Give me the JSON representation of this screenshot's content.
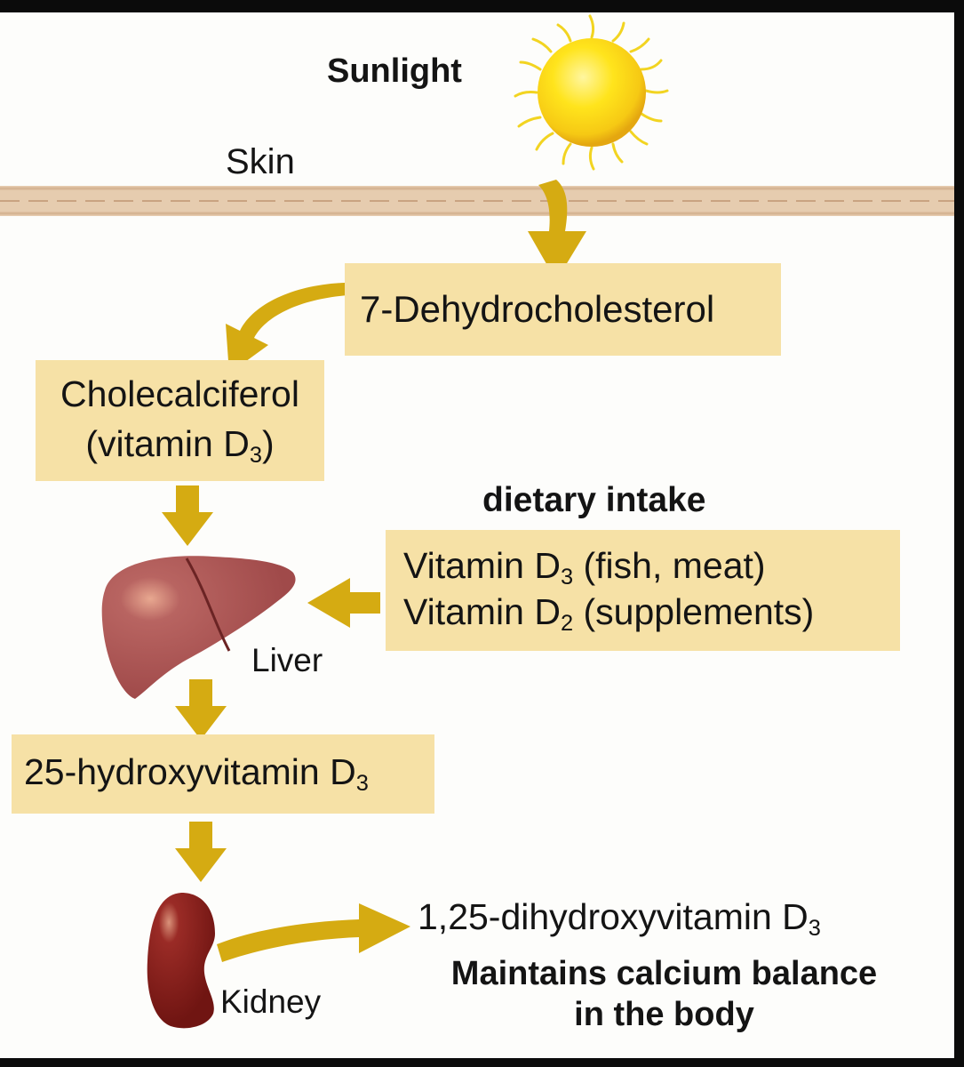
{
  "labels": {
    "sunlight": "Sunlight",
    "skin": "Skin",
    "dietary_intake": "dietary intake",
    "liver": "Liver",
    "kidney": "Kidney",
    "calcium_line1": "Maintains calcium balance",
    "calcium_line2": "in the body"
  },
  "boxes": {
    "dehydrocholesterol": "7-Dehydrocholesterol",
    "cholecalciferol": {
      "name": "Cholecalciferol",
      "vitamin_prefix": "(vitamin D",
      "subscript": "3",
      "suffix": ")"
    },
    "diet_d3": {
      "prefix": "Vitamin D",
      "subscript": "3",
      "suffix": " (fish, meat)"
    },
    "diet_d2": {
      "prefix": "Vitamin D",
      "subscript": "2",
      "suffix": " (supplements)"
    },
    "hydroxy": {
      "prefix": "25-hydroxyvitamin D",
      "subscript": "3"
    }
  },
  "product": {
    "prefix": "1,25-dihydroxyvitamin D",
    "subscript": "3"
  },
  "colors": {
    "box_fill": "#f6e1a6",
    "arrow": "#d5ab12",
    "sun": "#ffde1a",
    "sun_rays": "#f2d421",
    "skin": "#e6ccaf",
    "liver": "#a6504f",
    "kidney": "#7e1a17"
  },
  "icons": [
    "sun-icon",
    "liver-icon",
    "kidney-icon"
  ]
}
